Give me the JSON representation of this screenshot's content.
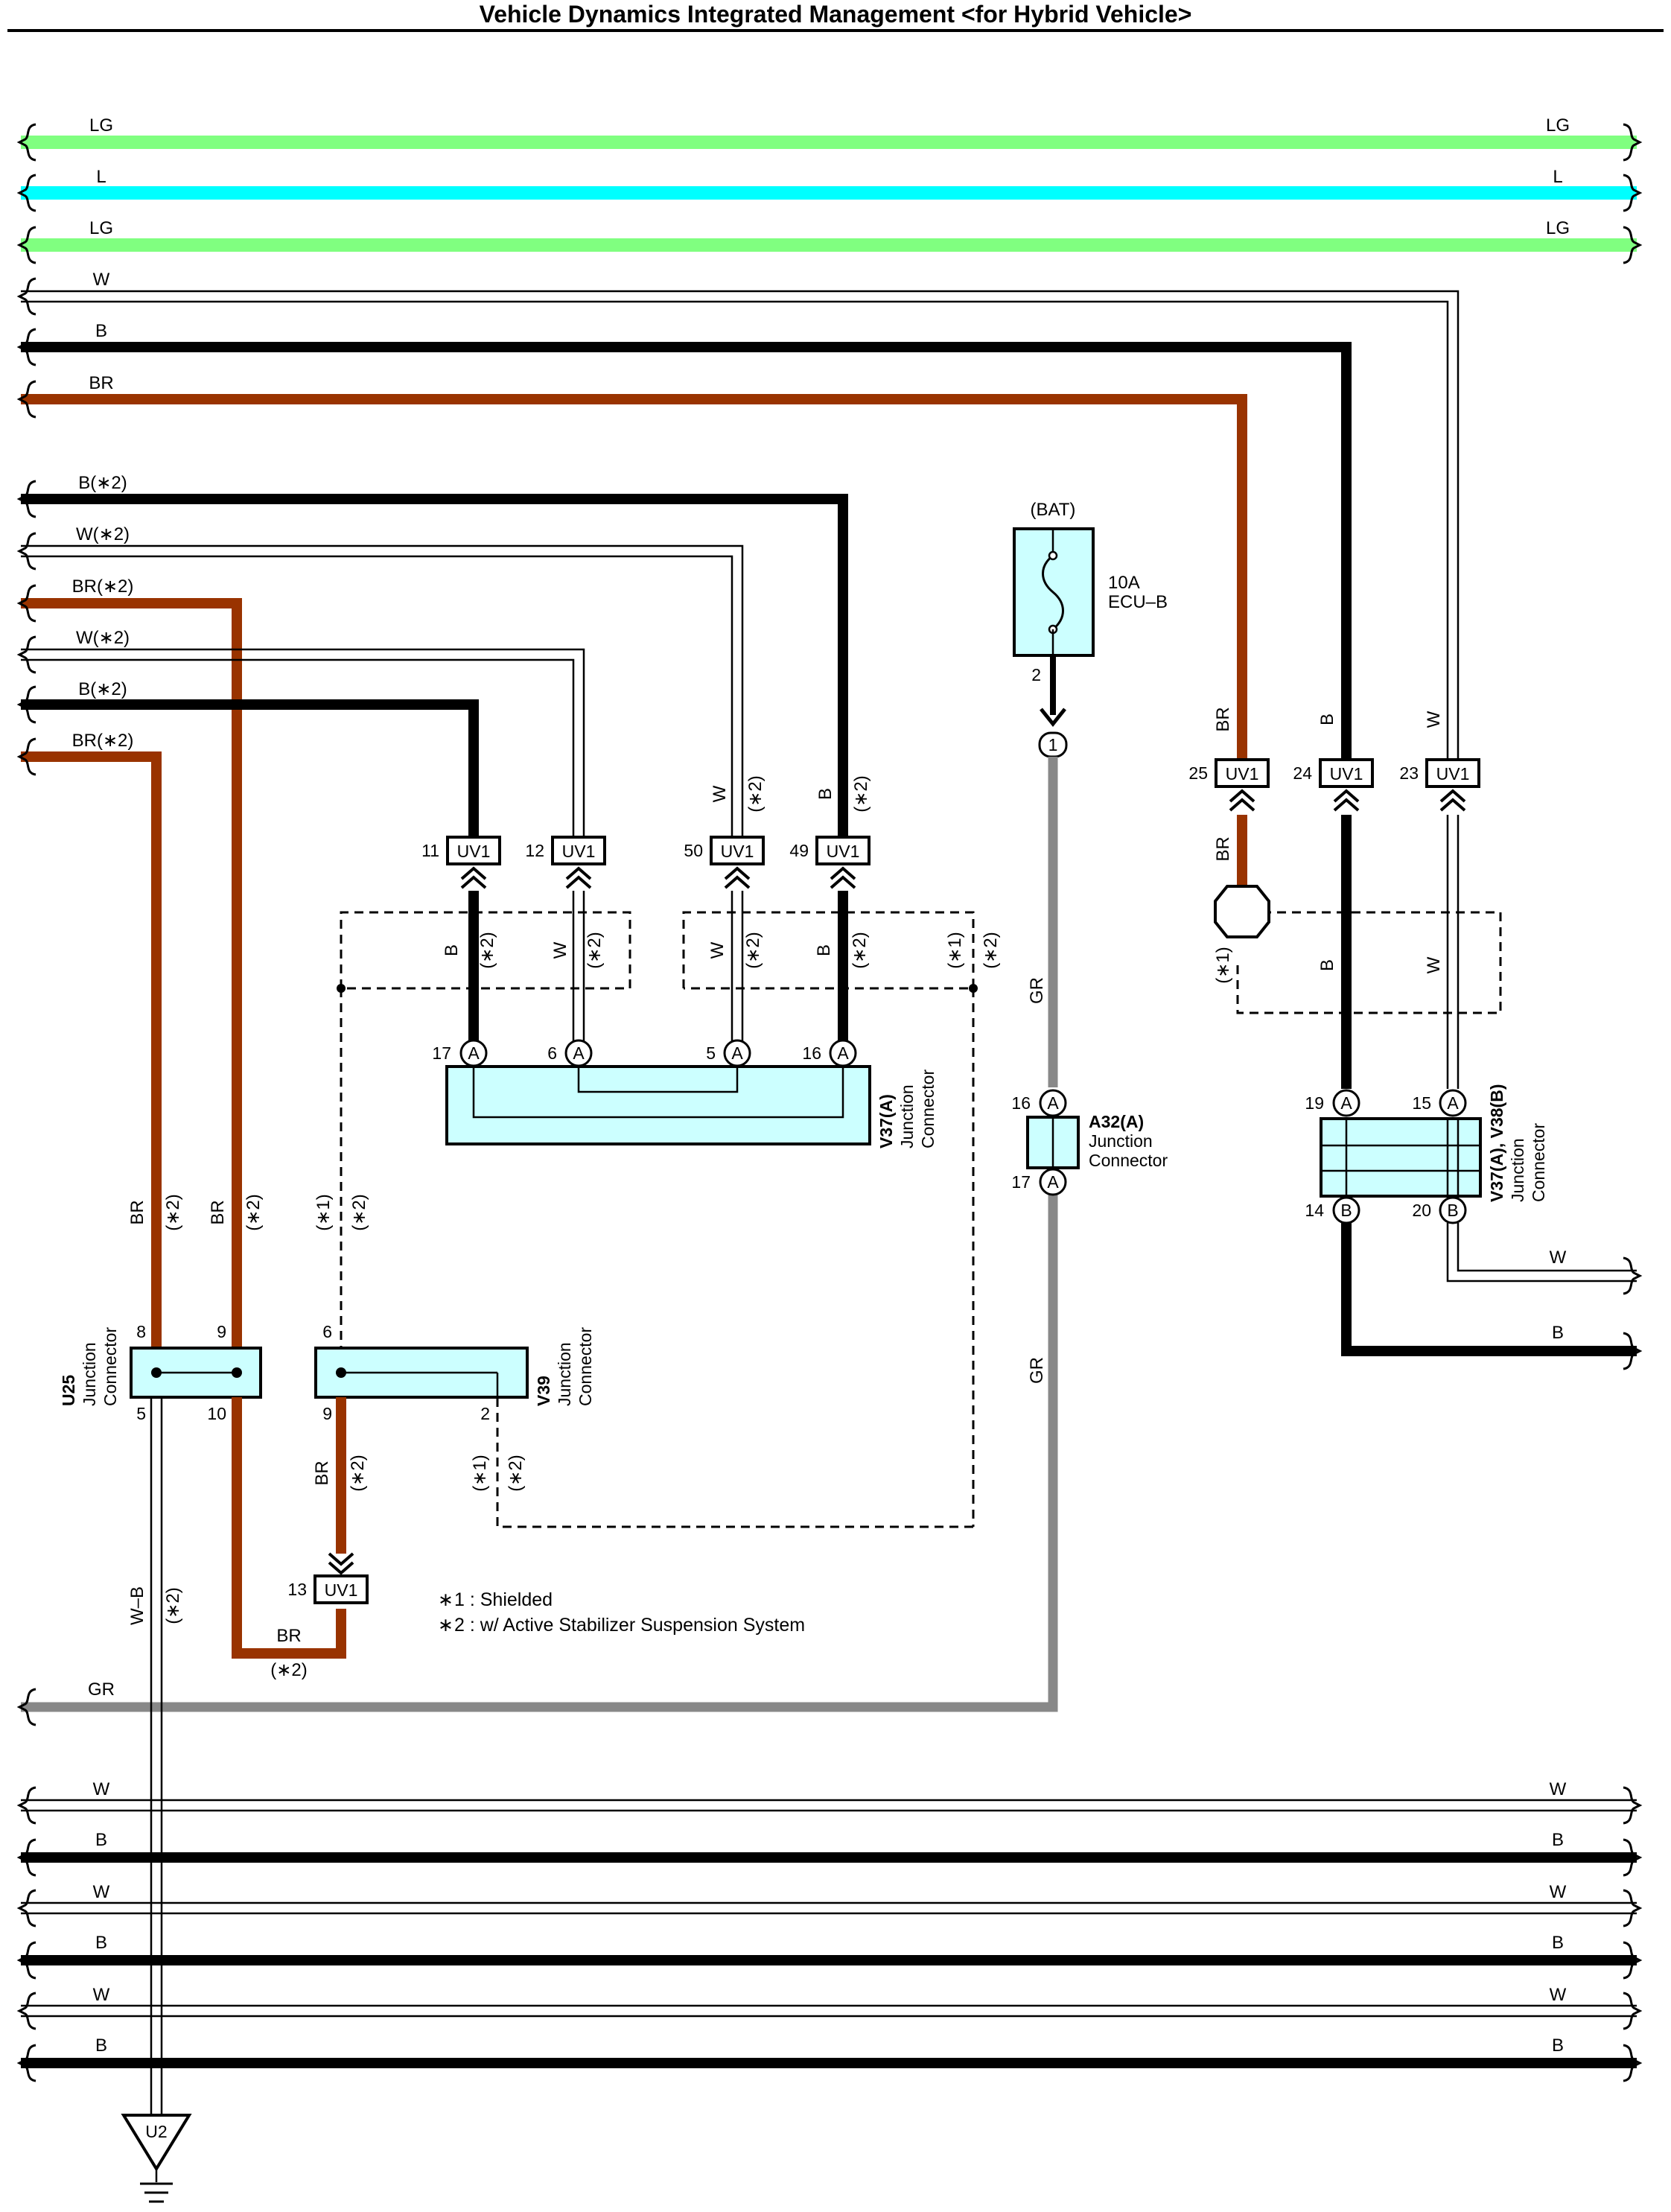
{
  "title": "Vehicle Dynamics Integrated Management <for Hybrid Vehicle>",
  "colors": {
    "LG": "#80ff80",
    "L": "#00ffff",
    "B": "#000000",
    "BR": "#993300",
    "GR": "#888888",
    "W": "#ffffff",
    "connector_fill": "#ccffff"
  },
  "wire_labels": {
    "lg": "LG",
    "l": "L",
    "w": "W",
    "b": "B",
    "br": "BR",
    "gr": "GR",
    "wb": "W–B",
    "b_s2": "B(∗2)",
    "w_s2": "W(∗2)",
    "br_s2": "BR(∗2)"
  },
  "star_notes": {
    "s1": "(∗1)",
    "s2": "(∗2)"
  },
  "fuse": {
    "source": "(BAT)",
    "rating": "10A",
    "name": "ECU–B",
    "pin": "2",
    "terminal": "1"
  },
  "connector_tag": "UV1",
  "uv1_pins": {
    "p11": "11",
    "p12": "12",
    "p50": "50",
    "p49": "49",
    "p25": "25",
    "p24": "24",
    "p23": "23",
    "p13": "13"
  },
  "v37a": {
    "id": "V37(A)",
    "desc1": "Junction",
    "desc2": "Connector",
    "pins": [
      "17",
      "6",
      "5",
      "16"
    ],
    "letter": "A"
  },
  "a32": {
    "id": "A32(A)",
    "desc1": "Junction",
    "desc2": "Connector",
    "pin_top": "16",
    "pin_bottom": "17",
    "letter": "A"
  },
  "v37v38": {
    "id": "V37(A), V38(B)",
    "desc1": "Junction",
    "desc2": "Connector",
    "pins_top": [
      "19",
      "15"
    ],
    "pins_bottom": [
      "14",
      "20"
    ],
    "letter_top": "A",
    "letter_bottom": "B"
  },
  "u25": {
    "id": "U25",
    "desc1": "Junction",
    "desc2": "Connector",
    "pins_top": [
      "8",
      "9"
    ],
    "pins_bottom": [
      "5",
      "10"
    ]
  },
  "v39": {
    "id": "V39",
    "desc1": "Junction",
    "desc2": "Connector",
    "pin_top": "6",
    "pins_bottom": [
      "9",
      "2"
    ]
  },
  "ground": "U2",
  "legend": [
    {
      "mark": "∗",
      "text": "1 : Shielded"
    },
    {
      "mark": "∗",
      "text": "2 : w/ Active Stabilizer Suspension System"
    }
  ]
}
